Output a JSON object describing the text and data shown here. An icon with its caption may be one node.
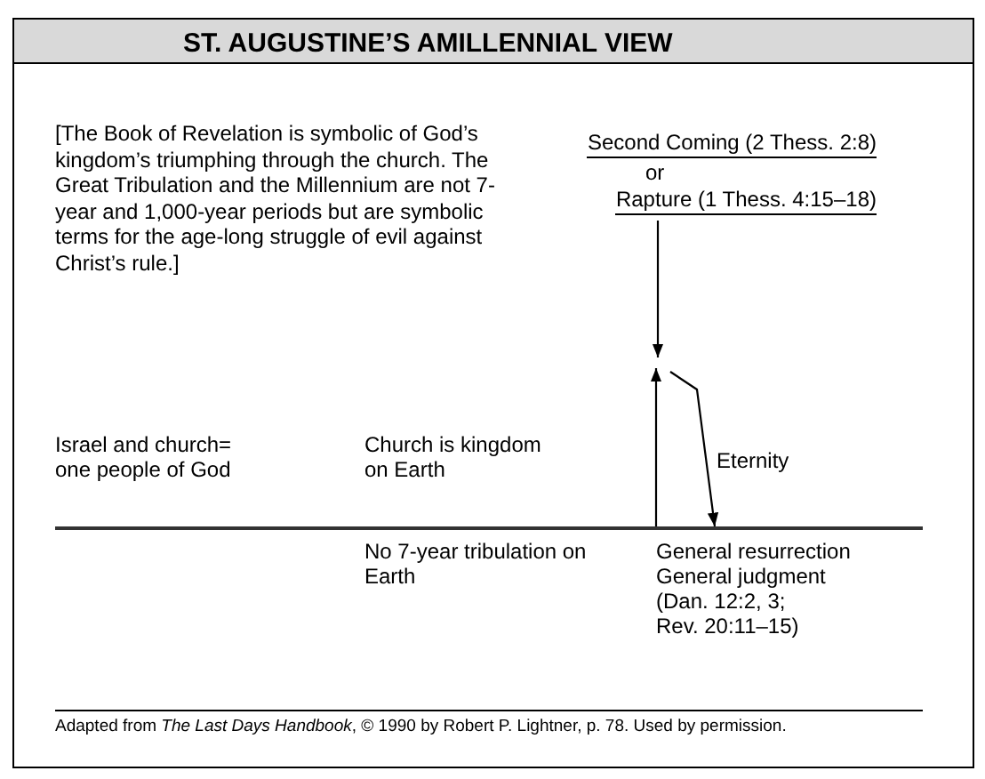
{
  "diagram": {
    "title": "ST. AUGUSTINE’S AMILLENNIAL VIEW",
    "nodes": [
      {
        "text": [
          "Second Coming (2 Thess. 2:8)",
          "or",
          "Rapture (1 Thess. 4:15–18)"
        ]
      },
      {
        "text": [],
        "shape": "line"
      }
    ],
    "edges": [
      {
        "from": 0,
        "to": null,
        "arrow": "to"
      },
      {
        "from": 1,
        "to": null,
        "arrow": "to"
      },
      {
        "from": null,
        "to": 1,
        "arrow": "to",
        "label": "Eternity"
      }
    ],
    "labels": [
      "[The Book of Revelation is symbolic of God’s kingdom’s triumphing through the church. The Great Tribulation and the Millennium are not 7-year and 1,000-year periods but are symbolic terms for the age-long struggle of evil against Christ’s rule.]",
      "Israel and church= one people of God",
      "Church is kingdom on Earth",
      "No 7-year tribulation on Earth",
      "General resurrection",
      "General judgment",
      "(Dan. 12:2, 3; Rev. 20:11–15)",
      "Adapted from *The Last Days Handbook*, © 1990 by Robert P. Lightner, p. 78. Used by permission."
    ]
  }
}
